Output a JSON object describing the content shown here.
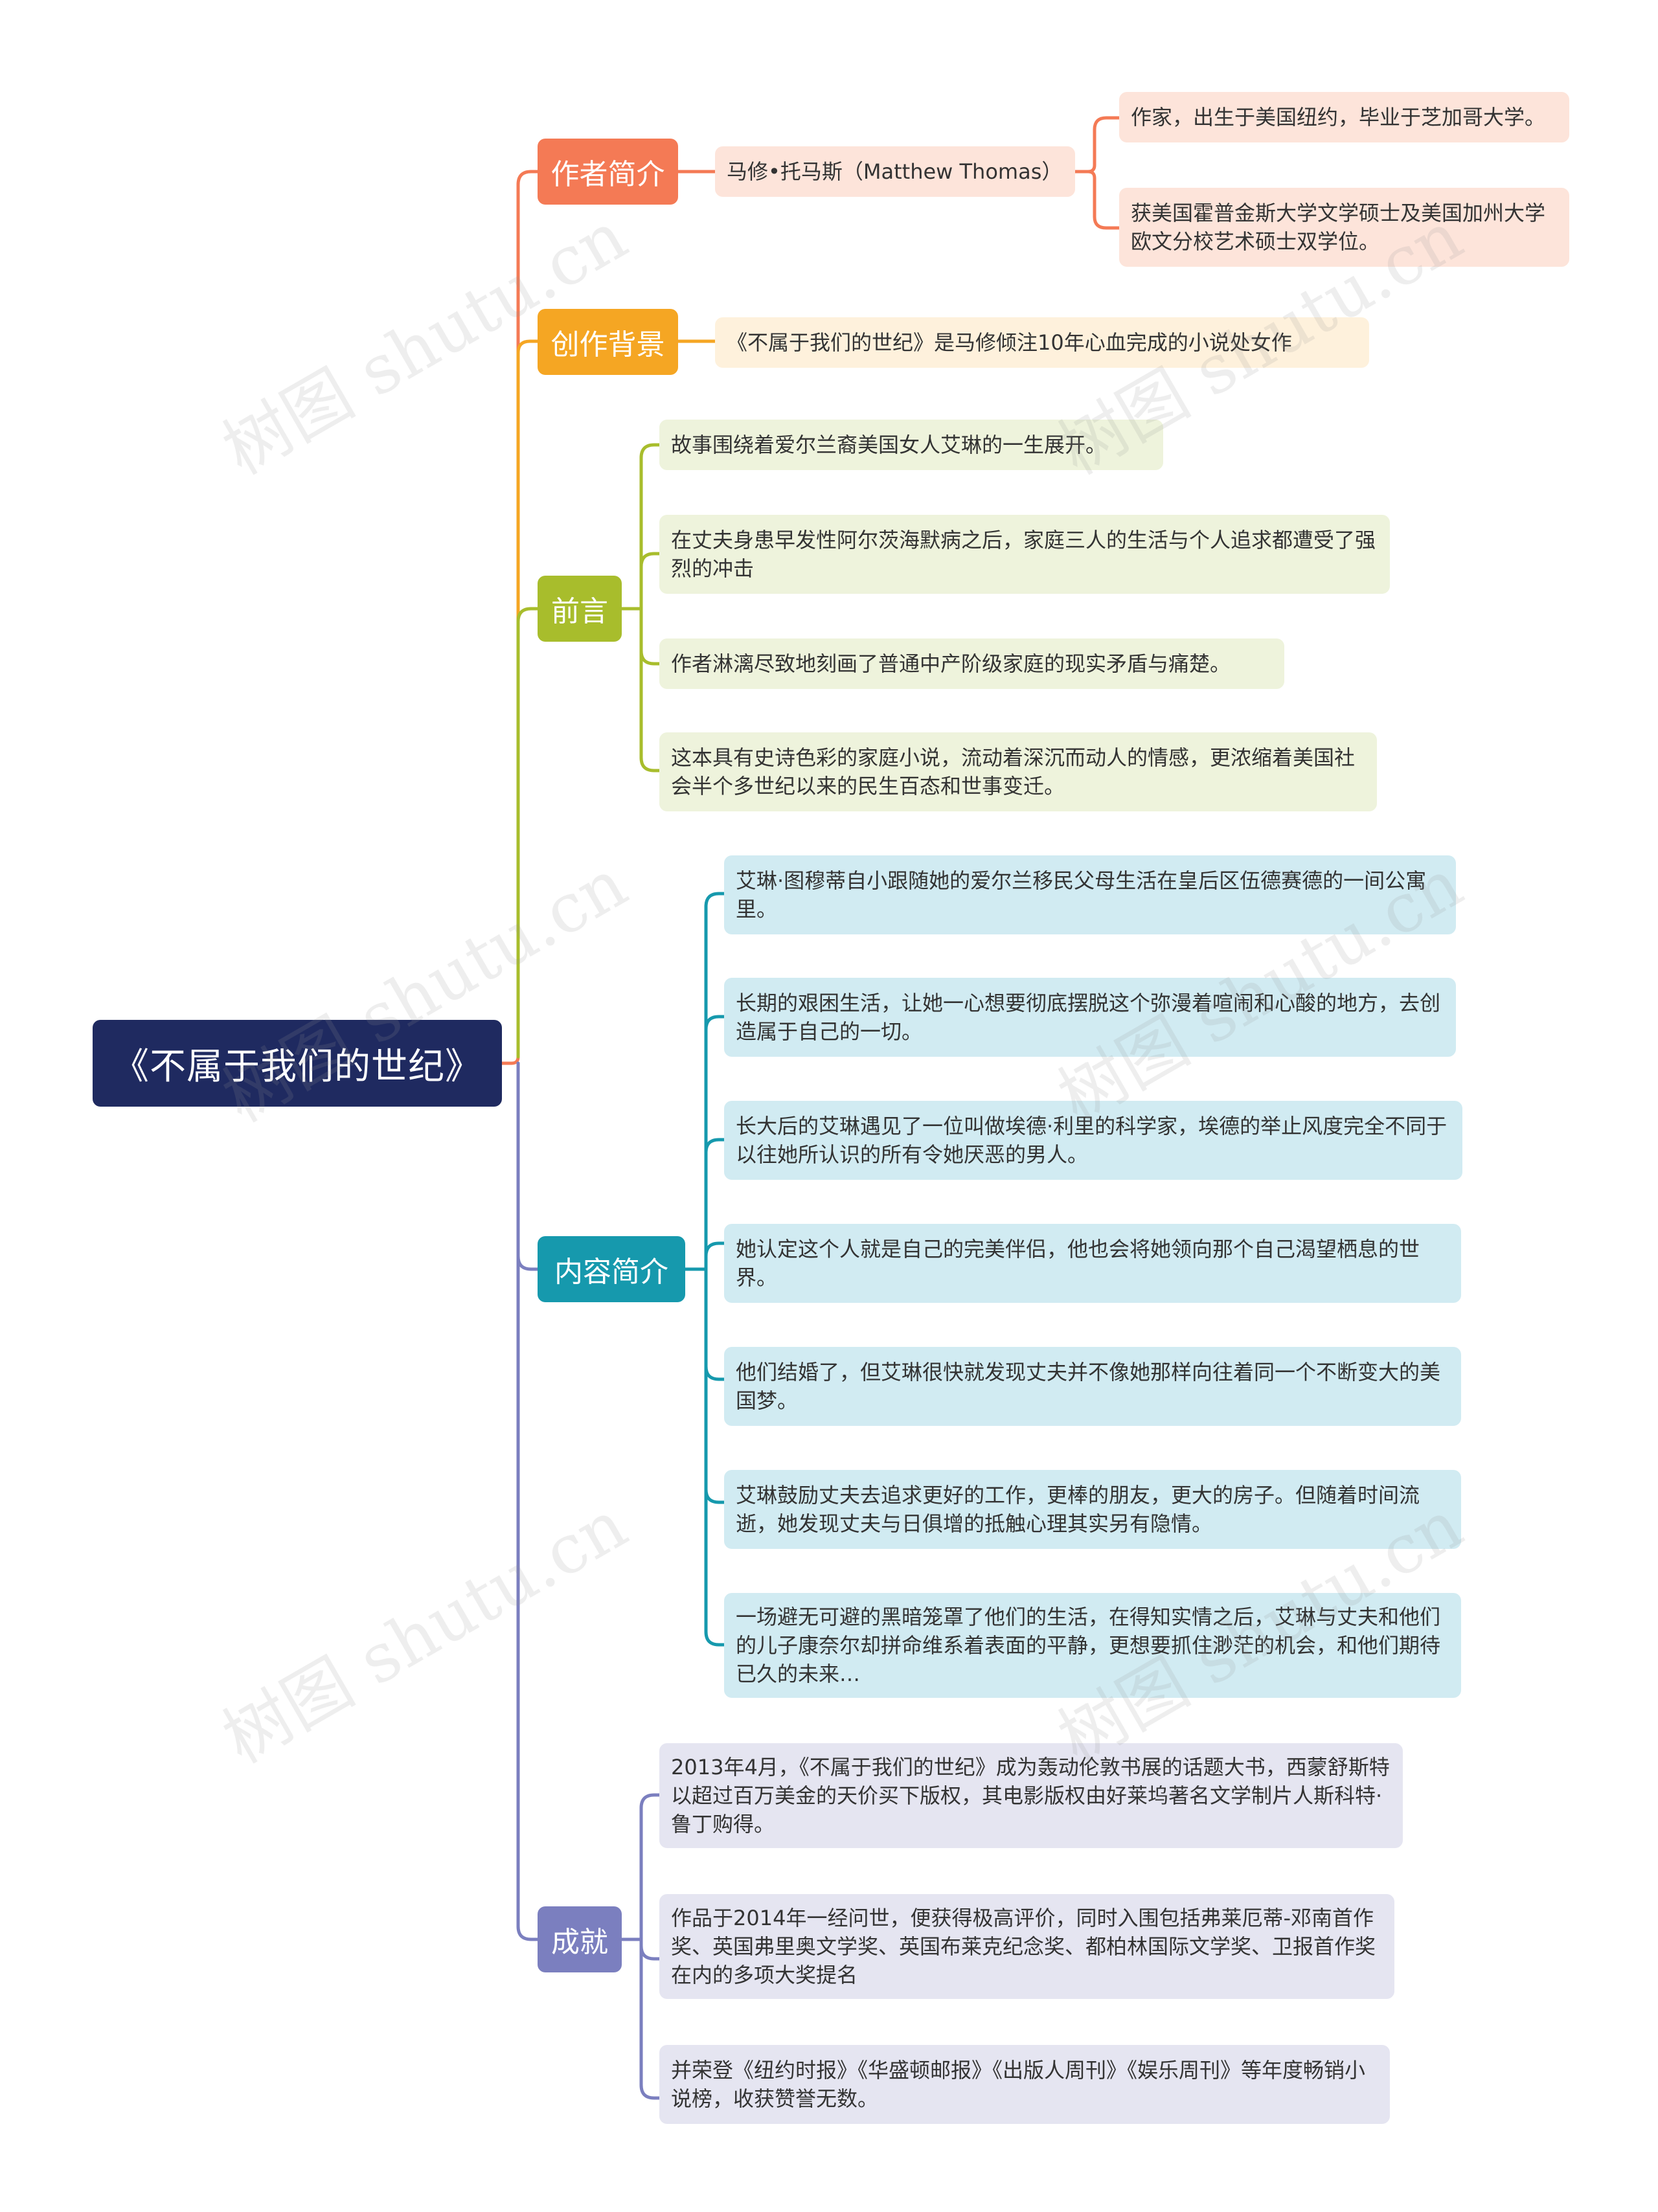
{
  "root": {
    "title": "《不属于我们的世纪》"
  },
  "watermark": "树图 shutu.cn",
  "colors": {
    "root": "#1f2a60",
    "author": "#f47a55",
    "background": "#f5a623",
    "preface": "#a8bd2c",
    "content": "#1699ad",
    "achievement": "#7b7fbf"
  },
  "branches": {
    "author": {
      "label": "作者简介",
      "name": "马修•托马斯（Matthew Thomas）",
      "details": [
        "作家，出生于美国纽约，毕业于芝加哥大学。",
        "获美国霍普金斯大学文学硕士及美国加州大学欧文分校艺术硕士双学位。"
      ]
    },
    "background": {
      "label": "创作背景",
      "items": [
        "《不属于我们的世纪》是马修倾注10年心血完成的小说处女作"
      ]
    },
    "preface": {
      "label": "前言",
      "items": [
        "故事围绕着爱尔兰裔美国女人艾琳的一生展开。",
        "在丈夫身患早发性阿尔茨海默病之后，家庭三人的生活与个人追求都遭受了强烈的冲击",
        "作者淋漓尽致地刻画了普通中产阶级家庭的现实矛盾与痛楚。",
        "这本具有史诗色彩的家庭小说，流动着深沉而动人的情感，更浓缩着美国社会半个多世纪以来的民生百态和世事变迁。"
      ]
    },
    "content": {
      "label": "内容简介",
      "items": [
        "艾琳·图穆蒂自小跟随她的爱尔兰移民父母生活在皇后区伍德赛德的一间公寓里。",
        "长期的艰困生活，让她一心想要彻底摆脱这个弥漫着喧闹和心酸的地方，去创造属于自己的一切。",
        "长大后的艾琳遇见了一位叫做埃德·利里的科学家，埃德的举止风度完全不同于以往她所认识的所有令她厌恶的男人。",
        "她认定这个人就是自己的完美伴侣，他也会将她领向那个自己渴望栖息的世界。",
        "他们结婚了，但艾琳很快就发现丈夫并不像她那样向往着同一个不断变大的美国梦。",
        "艾琳鼓励丈夫去追求更好的工作，更棒的朋友，更大的房子。但随着时间流逝，她发现丈夫与日俱增的抵触心理其实另有隐情。",
        "一场避无可避的黑暗笼罩了他们的生活，在得知实情之后，艾琳与丈夫和他们的儿子康奈尔却拼命维系着表面的平静，更想要抓住渺茫的机会，和他们期待已久的未来…"
      ]
    },
    "achievement": {
      "label": "成就",
      "items": [
        "2013年4月，《不属于我们的世纪》成为轰动伦敦书展的话题大书，西蒙舒斯特以超过百万美金的天价买下版权，其电影版权由好莱坞著名文学制片人斯科特· 鲁丁购得。",
        "作品于2014年一经问世，便获得极高评价，同时入围包括弗莱厄蒂-邓南首作奖、英国弗里奥文学奖、英国布莱克纪念奖、都柏林国际文学奖、卫报首作奖在内的多项大奖提名",
        "并荣登《纽约时报》《华盛顿邮报》《出版人周刊》《娱乐周刊》等年度畅销小说榜，收获赞誉无数。"
      ]
    }
  }
}
